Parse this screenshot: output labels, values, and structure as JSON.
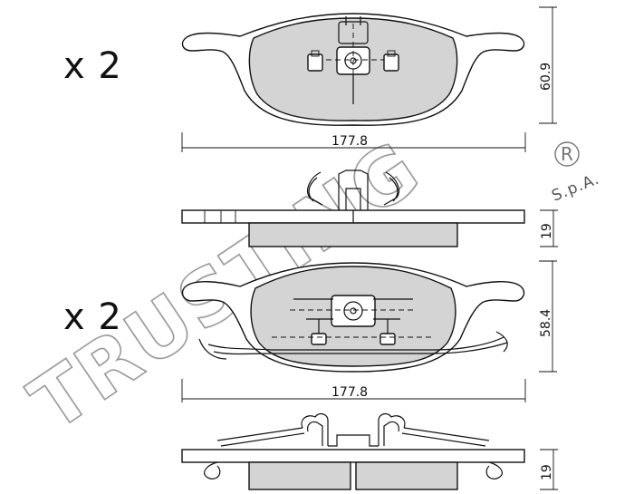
{
  "top_view": {
    "quantity": "x 2",
    "width_dim": "177.8",
    "height_dim": "60.9",
    "thickness_dim": "19"
  },
  "bottom_view": {
    "quantity": "x 2",
    "width_dim": "177.8",
    "height_dim": "58.4",
    "thickness_dim": "19"
  },
  "watermark": {
    "brand": "TRUSTING",
    "suffix": "S.p.A."
  },
  "icons": {
    "registered": "registered-mark-icon"
  }
}
